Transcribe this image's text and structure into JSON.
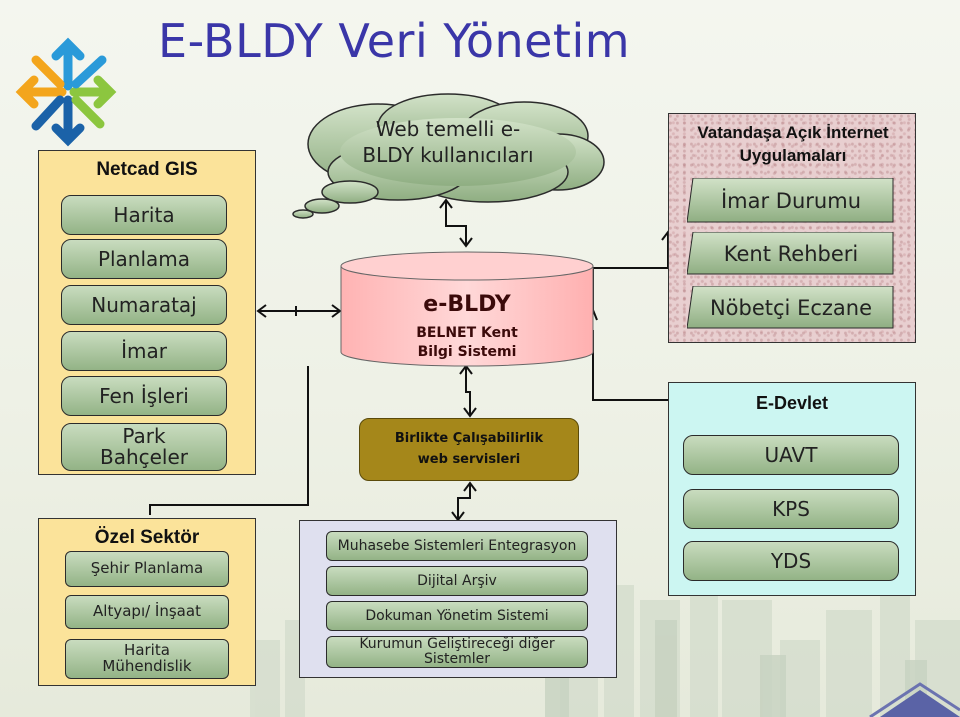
{
  "title": "E-BLDY Veri Yönetim",
  "netcad": {
    "title": "Netcad GIS",
    "items": [
      "Harita",
      "Planlama",
      "Numarataj",
      "İmar",
      "Fen İşleri",
      "Park Bahçeler"
    ]
  },
  "ozel": {
    "title": "Özel Sektör",
    "items": [
      "Şehir Planlama",
      "Altyapı/ İnşaat",
      "Harita Mühendislik"
    ]
  },
  "cloud": {
    "text": "Web temelli e-BLDY kullanıcıları"
  },
  "cylinder": {
    "name": "e-BLDY",
    "subtitle": "BELNET Kent Bilgi Sistemi"
  },
  "interop": {
    "text": "Birlikte Çalışabilirlik web servisleri"
  },
  "internal": {
    "items": [
      "Muhasebe Sistemleri Entegrasyon",
      "Dijital Arşiv",
      "Dokuman Yönetim Sistemi",
      "Kurumun Geliştireceği diğer Sistemler"
    ]
  },
  "citizen": {
    "title": "Vatandaşa Açık İnternet Uygulamaları",
    "items": [
      "İmar Durumu",
      "Kent Rehberi",
      "Nöbetçi Eczane"
    ]
  },
  "edevlet": {
    "title": "E-Devlet",
    "items": [
      "UAVT",
      "KPS",
      "YDS"
    ]
  },
  "colors": {
    "title": "#3a36a8",
    "panel_yellow": "#fbe39a",
    "button_green": "#a9c49c",
    "citizen_panel": "#e8cfd0",
    "edevlet_panel": "#ccf6f2",
    "internal_panel": "#dfe0ef",
    "cylinder": "#ffc7c7",
    "interop": "#a5871a"
  }
}
